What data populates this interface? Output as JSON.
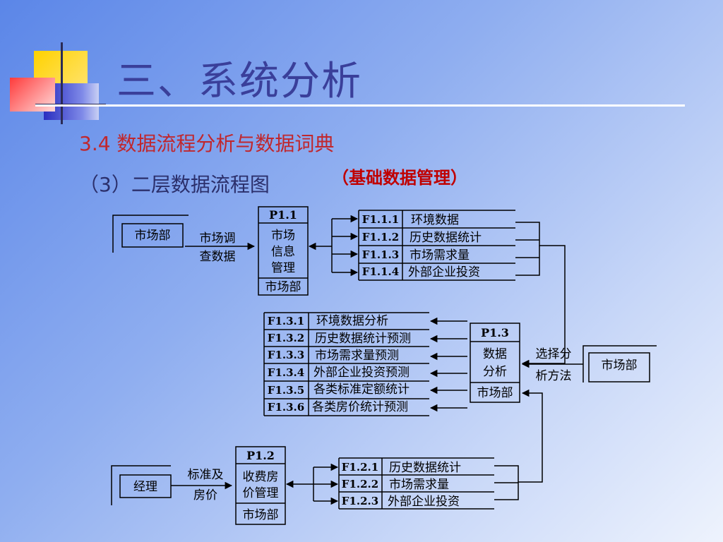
{
  "title": "三、系统分析",
  "section": "3.4 数据流程分析与数据词典",
  "subsection": "（3）二层数据流程图",
  "subsection_note": "（基础数据管理）",
  "colors": {
    "title": "#3a3f9a",
    "section": "#c0272d",
    "subsection": "#2b2f6b",
    "note": "#c00000",
    "line": "#000000"
  },
  "diagram": {
    "entities": [
      {
        "label": "市场部"
      },
      {
        "label": "市场部"
      },
      {
        "label": "经理"
      }
    ],
    "processes": [
      {
        "id": "P1.1",
        "name_lines": [
          "市场",
          "信息",
          "管理"
        ],
        "dept": "市场部"
      },
      {
        "id": "P1.3",
        "name_lines": [
          "数据",
          "分析"
        ],
        "dept": "市场部"
      },
      {
        "id": "P1.2",
        "name_lines": [
          "收费房",
          "价管理"
        ],
        "dept": "市场部"
      }
    ],
    "flow_labels": [
      {
        "lines": [
          "市场调",
          "查数据"
        ]
      },
      {
        "lines": [
          "选择分",
          "析方法"
        ]
      },
      {
        "lines": [
          "标准及",
          "房价"
        ]
      }
    ],
    "stores_f11": [
      {
        "id": "F1.1.1",
        "name": "环境数据"
      },
      {
        "id": "F1.1.2",
        "name": "历史数据统计"
      },
      {
        "id": "F1.1.3",
        "name": "市场需求量"
      },
      {
        "id": "F1.1.4",
        "name": "外部企业投资"
      }
    ],
    "stores_f13": [
      {
        "id": "F1.3.1",
        "name": "环境数据分析"
      },
      {
        "id": "F1.3.2",
        "name": "历史数据统计预测"
      },
      {
        "id": "F1.3.3",
        "name": "市场需求量预测"
      },
      {
        "id": "F1.3.4",
        "name": "外部企业投资预测"
      },
      {
        "id": "F1.3.5",
        "name": "各类标准定额统计"
      },
      {
        "id": "F1.3.6",
        "name": "各类房价统计预测"
      }
    ],
    "stores_f12": [
      {
        "id": "F1.2.1",
        "name": "历史数据统计"
      },
      {
        "id": "F1.2.2",
        "name": "市场需求量"
      },
      {
        "id": "F1.2.3",
        "name": "外部企业投资"
      }
    ]
  }
}
